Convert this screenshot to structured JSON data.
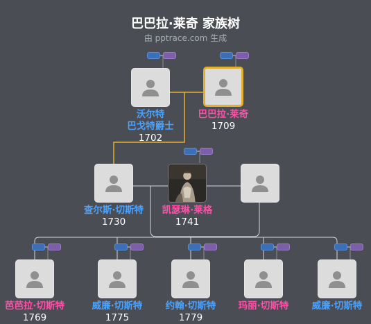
{
  "page": {
    "title": "巴巴拉·莱奇 家族树",
    "subtitle": "由 pptrace.com 生成"
  },
  "colors": {
    "background": "#4a4d54",
    "male": "#4aa2ff",
    "female": "#ff4fa8",
    "highlight": "#e2b02f"
  },
  "people": {
    "walter": {
      "name_line1": "沃尔特",
      "name_line2": "巴戈特爵士",
      "year": "1702",
      "gender": "male"
    },
    "barbara": {
      "name": "巴巴拉·莱奇",
      "year": "1709",
      "gender": "female"
    },
    "charles": {
      "name": "查尔斯·切斯特",
      "year": "1730",
      "gender": "male"
    },
    "catherine": {
      "name": "凯瑟琳·莱格",
      "year": "1741",
      "gender": "female"
    },
    "unknown_spouse": {
      "name": "",
      "year": ""
    },
    "child1": {
      "name": "芭芭拉·切斯特",
      "year": "1769",
      "gender": "female"
    },
    "child2": {
      "name": "威廉·切斯特",
      "year": "1775",
      "gender": "male"
    },
    "child3": {
      "name": "约翰·切斯特",
      "year": "1779",
      "gender": "male"
    },
    "child4": {
      "name": "玛丽·切斯特",
      "year": "",
      "gender": "female"
    },
    "child5": {
      "name": "威廉·切斯特",
      "year": "",
      "gender": "male"
    }
  }
}
